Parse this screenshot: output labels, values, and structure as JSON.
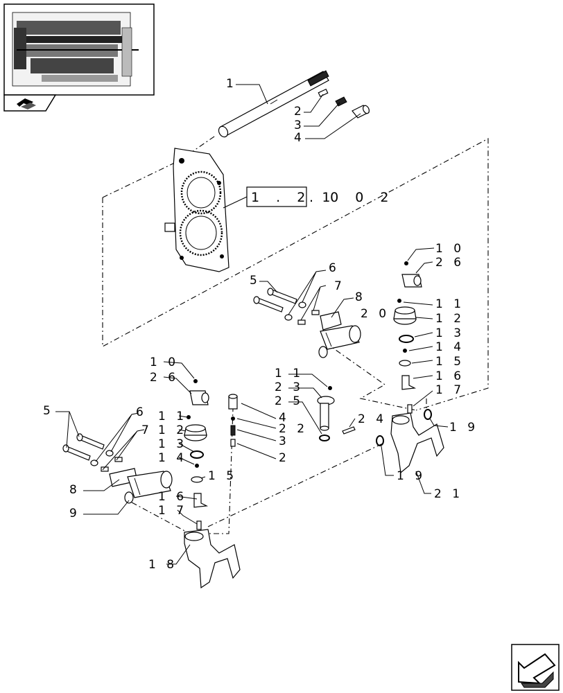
{
  "reference_box": {
    "boxed": "1 . 2 1",
    "rest": ". 0  0 2"
  },
  "callouts": {
    "c1": "1",
    "c2a": "2",
    "c3a": "3",
    "c4a": "4",
    "c5a": "5",
    "c6a": "6",
    "c7a": "7",
    "c8a": "8",
    "c20": "2 0",
    "c10a": "1 0",
    "c26a": "2 6",
    "c11a": "1 1",
    "c12a": "1 2",
    "c13a": "1 3",
    "c14a": "1 4",
    "c15a": "1 5",
    "c16a": "1 6",
    "c17a": "1 7",
    "c19a": "1 9",
    "c19b": "1 9",
    "c21": "2 1",
    "c11b": "1 1",
    "c23": "2 3",
    "c25": "2 5",
    "c24": "2 4",
    "c10b": "1 0",
    "c26b": "2 6",
    "c4b": "4",
    "c22": "2 2",
    "c3b": "3",
    "c2b": "2",
    "c5b": "5",
    "c6b": "6",
    "c7b": "7",
    "c8b": "8",
    "c9": "9",
    "c11c": "1 1",
    "c12b": "1 2",
    "c13b": "1 3",
    "c14b": "1 4",
    "c15b": "1 5",
    "c16b": "1 6",
    "c17b": "1 7",
    "c18": "1 8"
  },
  "icons": {
    "thumbnail": "transmission-assembly-thumbnail",
    "nav_prev": "previous-page-arrow-icon",
    "nav_next": "next-page-arrow-icon"
  }
}
